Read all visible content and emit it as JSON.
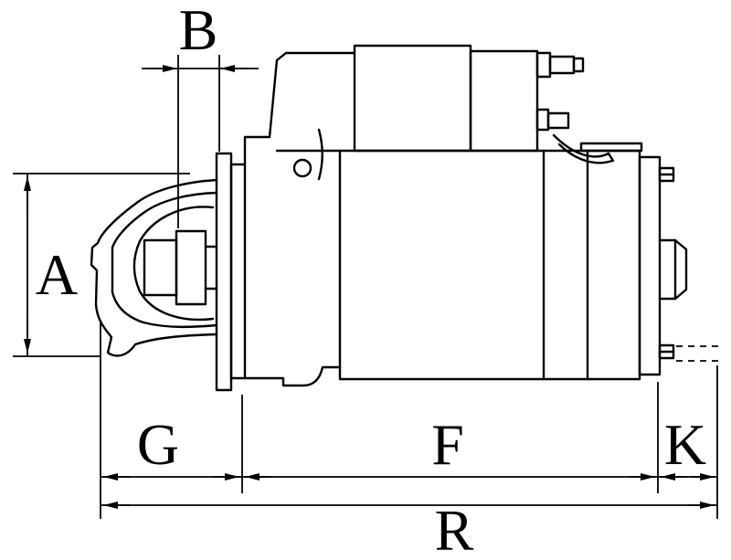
{
  "colors": {
    "background": "#ffffff",
    "ink": "#000000"
  },
  "labels": {
    "a": "A",
    "b": "B",
    "g": "G",
    "f": "F",
    "k": "K",
    "r": "R"
  }
}
